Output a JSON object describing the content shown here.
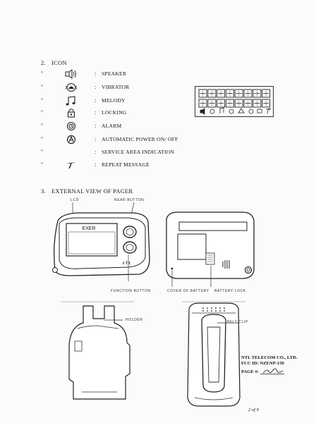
{
  "section_icon": {
    "number": "2.",
    "title": "ICON"
  },
  "icon_list": [
    {
      "bullet": "°",
      "icon": "speaker-icon",
      "colon": ":",
      "label": "SPEAKER"
    },
    {
      "bullet": "°",
      "icon": "vibrator-icon",
      "colon": ":",
      "label": "VIBRATOR"
    },
    {
      "bullet": "°",
      "icon": "melody-icon",
      "colon": ":",
      "label": "MELODY"
    },
    {
      "bullet": "°",
      "icon": "lock-icon",
      "colon": ":",
      "label": "LOCKING"
    },
    {
      "bullet": "°",
      "icon": "alarm-icon",
      "colon": ":",
      "label": "ALARM"
    },
    {
      "bullet": "°",
      "icon": "auto-power-icon",
      "colon": ":",
      "label": "AUTOMATIC POWER ON/ OFF"
    },
    {
      "bullet": "°",
      "icon": "",
      "colon": ":",
      "label": "SERVICE AREA INDICATION"
    },
    {
      "bullet": "°",
      "icon": "repeat-icon",
      "colon": ":",
      "label": "REPEAT MESSAGE"
    }
  ],
  "section_view": {
    "number": "3.",
    "title": "EXTERNAL VIEW OF PAGER"
  },
  "diagram_labels": {
    "lcd": "LCD",
    "rear_button": "REAR BUTTON",
    "brand": "EXER",
    "function_button": "FUNCTION BUTTON",
    "cover_of_battery": "COVER OF BATTERY",
    "battery_lock": "BATTERY LOCK",
    "holder": "HOLDER",
    "belt_clip": "BELT CLIP"
  },
  "stamp": {
    "company": "NTL TELECOM CO., LTD.",
    "fcc_id": "FCC ID:  NZENP-150",
    "page_label": "PAGE #:"
  },
  "page_number": "2  of  9"
}
